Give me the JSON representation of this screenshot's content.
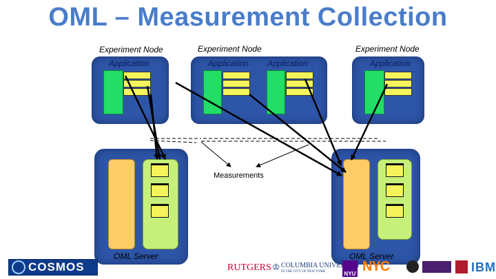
{
  "title": "OML – Measurement Collection",
  "nodes": [
    {
      "label": "Experiment Node",
      "app_label": "Application"
    },
    {
      "label": "Experiment Node",
      "app_labels": [
        "Application",
        "Application"
      ]
    },
    {
      "label": "Experiment Node",
      "app_label": "Application"
    }
  ],
  "measurements_label": "Measurements",
  "servers": [
    {
      "label": "OML Server"
    },
    {
      "label": "OML Server"
    }
  ],
  "logos": {
    "cosmos": "COSMOS",
    "rutgers": "RUTGERS",
    "columbia_main": "COLUMBIA UNIVERSITY",
    "columbia_sub": "IN THE CITY OF NEW YORK",
    "nyu": "NYU",
    "nyc": "NYC",
    "ibm": "IBM"
  },
  "colors": {
    "title": "#4a7dc9",
    "node_fill": "#2e56a8",
    "app_green": "#22dd66",
    "row_yellow": "#f4f45a",
    "server_orange": "#ffcc66",
    "server_green": "#c6f07a"
  }
}
